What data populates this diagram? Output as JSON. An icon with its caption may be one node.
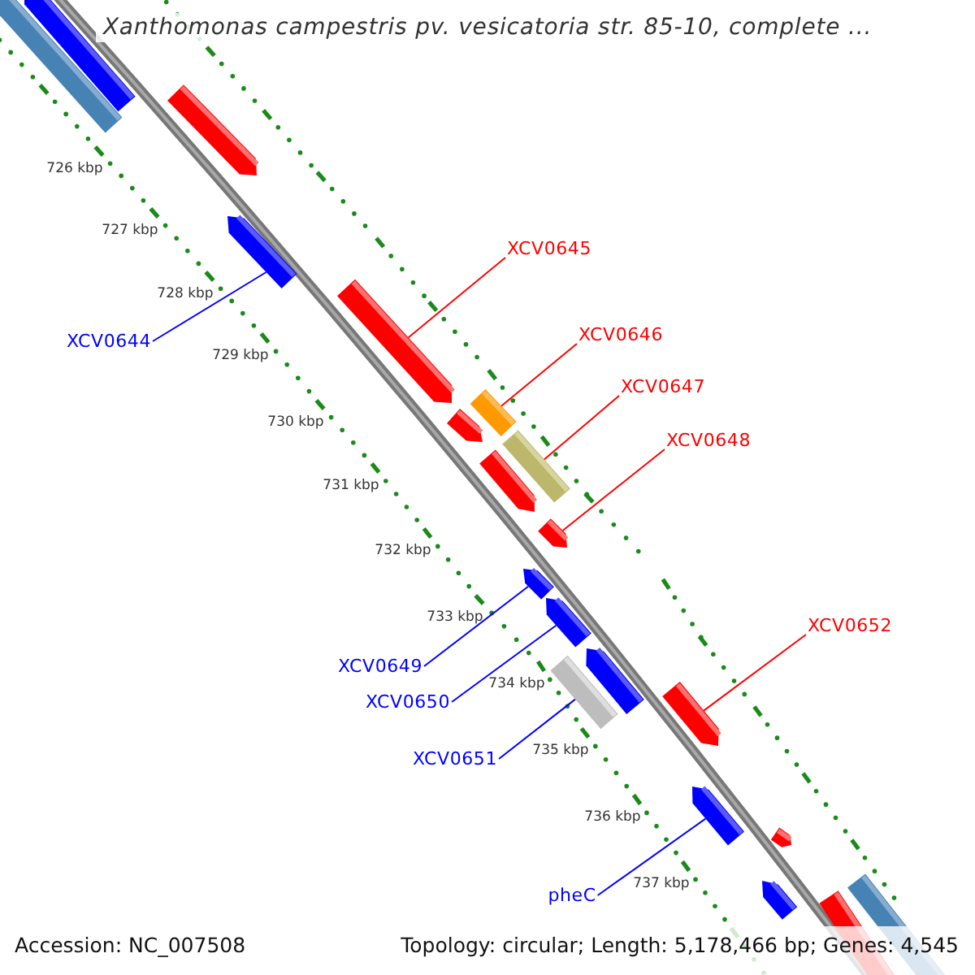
{
  "diagram": {
    "title": "Xanthomonas campestris pv. vesicatoria str. 85-10, complete ...",
    "nodes": [
      {
        "text": [
          "XCV0645"
        ]
      },
      {
        "text": [
          "XCV0646"
        ]
      },
      {
        "text": [
          "XCV0644"
        ]
      },
      {
        "text": [
          "XCV0647"
        ]
      },
      {
        "text": [
          "XCV0648"
        ]
      },
      {
        "text": [
          "XCV0652"
        ]
      },
      {
        "text": [
          "XCV0649"
        ]
      },
      {
        "text": [
          "XCV0650"
        ]
      },
      {
        "text": [
          "XCV0651"
        ]
      },
      {
        "text": [
          "pheC"
        ]
      },
      {
        "text": [],
        "shape": "bar"
      },
      {
        "text": [],
        "shape": "bar"
      },
      {
        "text": [],
        "shape": "bar"
      },
      {
        "text": [],
        "shape": "bar"
      },
      {
        "text": [],
        "shape": "bar"
      },
      {
        "text": [],
        "shape": "bar"
      },
      {
        "text": [],
        "shape": "bar"
      },
      {
        "text": [],
        "shape": "bar"
      },
      {
        "text": [],
        "shape": "bar"
      },
      {
        "text": [],
        "shape": "bar"
      }
    ],
    "edges": [
      {
        "from": 0,
        "to": 11,
        "arrow": "none",
        "color": "#ff0000"
      },
      {
        "from": 1,
        "to": 12,
        "arrow": "none",
        "color": "#ff0000"
      },
      {
        "from": 2,
        "to": 10,
        "arrow": "none",
        "color": "#0000ff"
      },
      {
        "from": 3,
        "to": 13,
        "arrow": "none",
        "color": "#ff0000"
      },
      {
        "from": 4,
        "to": 14,
        "arrow": "none",
        "color": "#ff0000"
      },
      {
        "from": 5,
        "to": 18,
        "arrow": "none",
        "color": "#ff0000"
      },
      {
        "from": 6,
        "to": 15,
        "arrow": "none",
        "color": "#0000ff"
      },
      {
        "from": 7,
        "to": 16,
        "arrow": "none",
        "color": "#0000ff"
      },
      {
        "from": 8,
        "to": 17,
        "arrow": "none",
        "color": "#0000ff"
      },
      {
        "from": 9,
        "to": 19,
        "arrow": "none",
        "color": "#0000ff"
      }
    ],
    "labels": [
      "726 kbp",
      "727 kbp",
      "728 kbp",
      "729 kbp",
      "730 kbp",
      "731 kbp",
      "732 kbp",
      "733 kbp",
      "734 kbp",
      "735 kbp",
      "736 kbp",
      "737 kbp",
      "Accession: NC_007508",
      "Topology: circular; Length: 5,178,466 bp; Genes: 4,545"
    ]
  }
}
